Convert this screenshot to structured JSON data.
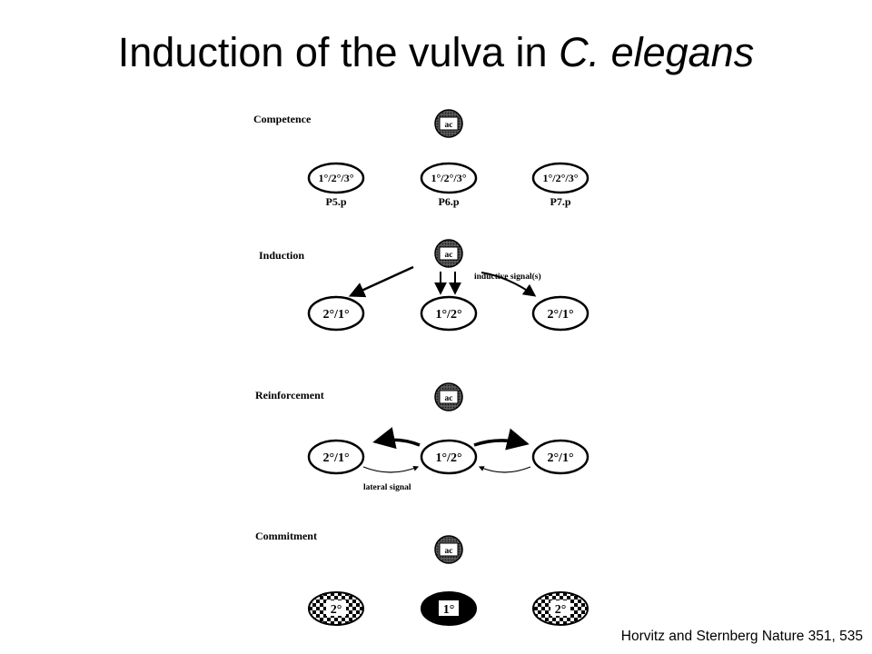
{
  "slide": {
    "title_main": "Induction of the vulva in ",
    "title_species": "C. elegans",
    "citation": "Horvitz and Sternberg Nature 351, 535"
  },
  "figure": {
    "ac_label": "ac",
    "competence": {
      "stage_label": "Competence",
      "cells": [
        {
          "fate": "1°/2°/3°",
          "name": "P5.p"
        },
        {
          "fate": "1°/2°/3°",
          "name": "P6.p"
        },
        {
          "fate": "1°/2°/3°",
          "name": "P7.p"
        }
      ]
    },
    "induction": {
      "stage_label": "Induction",
      "signal_label": "inductive signal(s)",
      "cells": [
        "2°/1°",
        "1°/2°",
        "2°/1°"
      ]
    },
    "reinforcement": {
      "stage_label": "Reinforcement",
      "signal_label": "lateral signal",
      "cells": [
        "2°/1°",
        "1°/2°",
        "2°/1°"
      ]
    },
    "commitment": {
      "stage_label": "Commitment",
      "cells": [
        "2°",
        "1°",
        "2°"
      ]
    }
  }
}
